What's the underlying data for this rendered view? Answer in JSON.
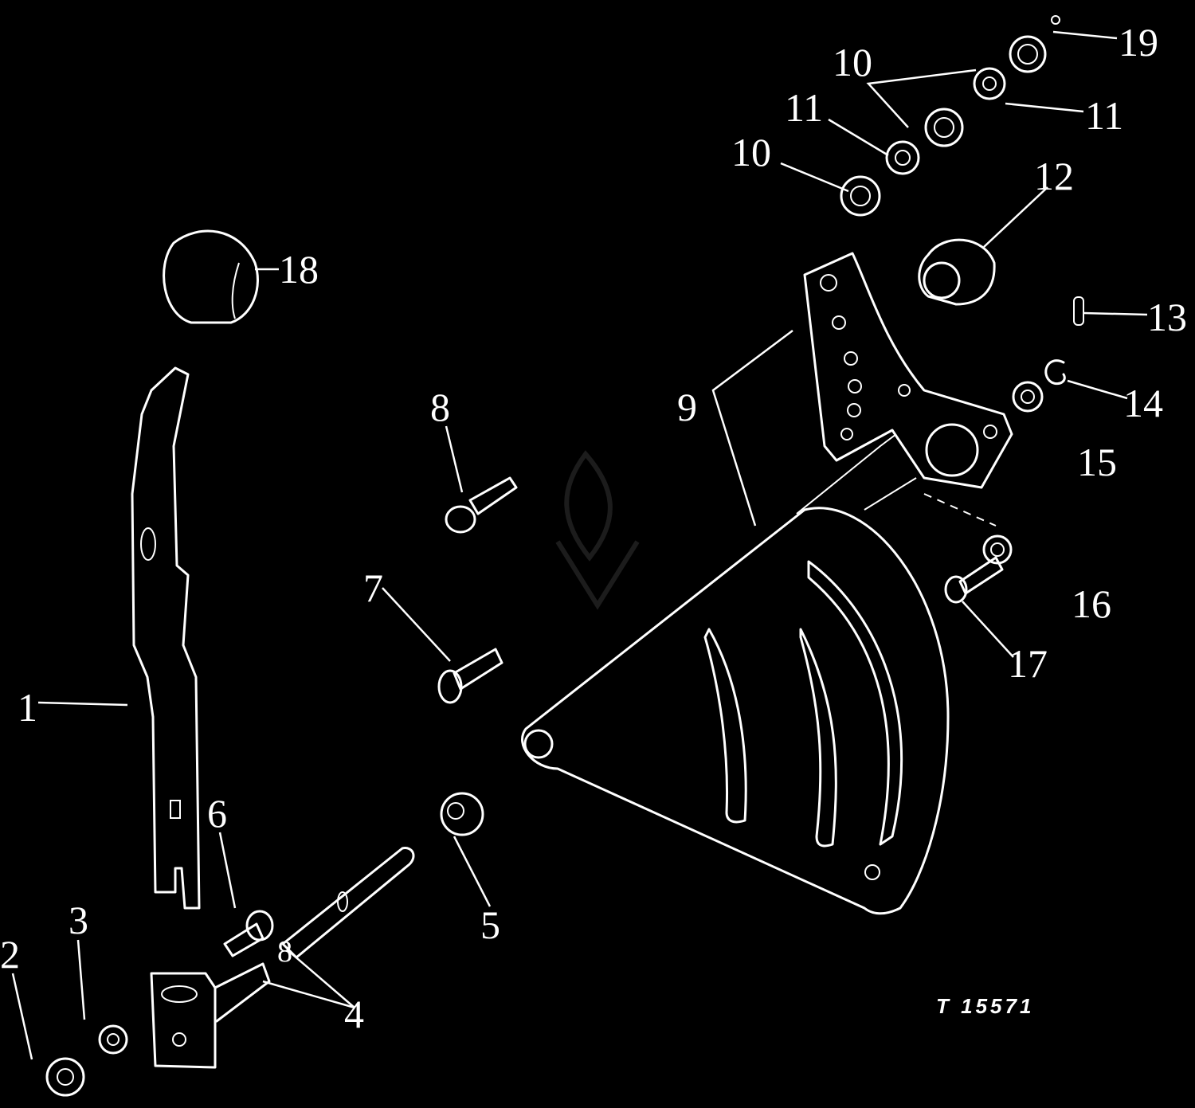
{
  "diagram": {
    "callouts": [
      "1",
      "2",
      "3",
      "4",
      "5",
      "6",
      "7",
      "8",
      "8",
      "9",
      "10",
      "10",
      "11",
      "11",
      "12",
      "13",
      "14",
      "15",
      "16",
      "17",
      "18",
      "19"
    ],
    "figure_ref": "T 15571"
  }
}
